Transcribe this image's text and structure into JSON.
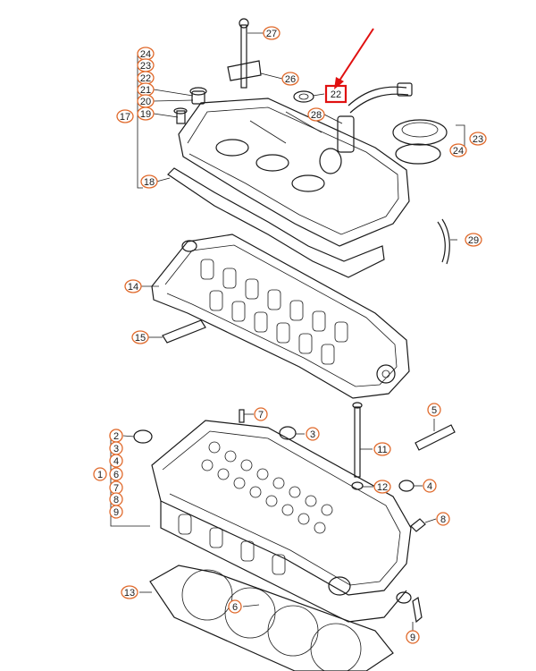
{
  "callouts": [
    {
      "id": "27",
      "text": "27"
    },
    {
      "id": "26",
      "text": "26"
    },
    {
      "id": "24a",
      "text": "24"
    },
    {
      "id": "23a",
      "text": "23"
    },
    {
      "id": "22a",
      "text": "22"
    },
    {
      "id": "21",
      "text": "21"
    },
    {
      "id": "20",
      "text": "20"
    },
    {
      "id": "19",
      "text": "19"
    },
    {
      "id": "17",
      "text": "17"
    },
    {
      "id": "18",
      "text": "18"
    },
    {
      "id": "22b",
      "text": "22"
    },
    {
      "id": "28",
      "text": "28"
    },
    {
      "id": "23b",
      "text": "23"
    },
    {
      "id": "24b",
      "text": "24"
    },
    {
      "id": "29",
      "text": "29"
    },
    {
      "id": "14",
      "text": "14"
    },
    {
      "id": "15",
      "text": "15"
    },
    {
      "id": "5",
      "text": "5"
    },
    {
      "id": "7",
      "text": "7"
    },
    {
      "id": "2a",
      "text": "2"
    },
    {
      "id": "3a",
      "text": "3"
    },
    {
      "id": "4a",
      "text": "4"
    },
    {
      "id": "6a",
      "text": "6"
    },
    {
      "id": "7b",
      "text": "7"
    },
    {
      "id": "8a",
      "text": "8"
    },
    {
      "id": "9a",
      "text": "9"
    },
    {
      "id": "1",
      "text": "1"
    },
    {
      "id": "2b",
      "text": "2"
    },
    {
      "id": "3b",
      "text": "3"
    },
    {
      "id": "11",
      "text": "11"
    },
    {
      "id": "12",
      "text": "12"
    },
    {
      "id": "4b",
      "text": "4"
    },
    {
      "id": "8b",
      "text": "8"
    },
    {
      "id": "13",
      "text": "13"
    },
    {
      "id": "6b",
      "text": "6"
    },
    {
      "id": "9b",
      "text": "9"
    }
  ],
  "highlight": {
    "label": "22",
    "color": "#e01010"
  },
  "colors": {
    "callout_border": "#e06a2c",
    "line": "#1a1a1a",
    "highlight": "#e01010"
  }
}
